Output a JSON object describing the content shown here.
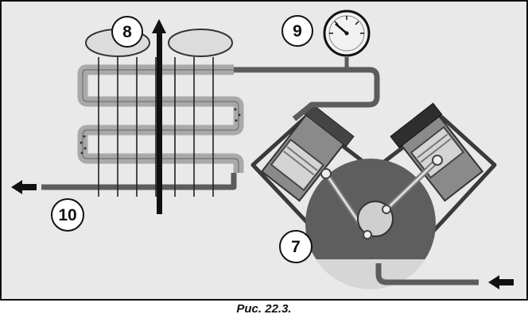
{
  "figure": {
    "caption": "Рис. 22.3.",
    "labels": [
      "8",
      "9",
      "10",
      "7"
    ]
  },
  "colors": {
    "background": "#e9e9e9",
    "pipe": "#5c5c5c",
    "pipe_dark": "#2e2e2e",
    "condenser": "#a9a9a9",
    "fins": "#222222",
    "cylinder": "#8a8a8a",
    "piston": "#d4d4d4",
    "crankcase": "#5e5e5e",
    "oil": "#d6d6d6",
    "arrow": "#111111"
  },
  "icons": [
    "fan-icon",
    "pressure-gauge-icon",
    "air-flow-arrow-icon",
    "inlet-arrow-icon",
    "outlet-arrow-icon"
  ]
}
